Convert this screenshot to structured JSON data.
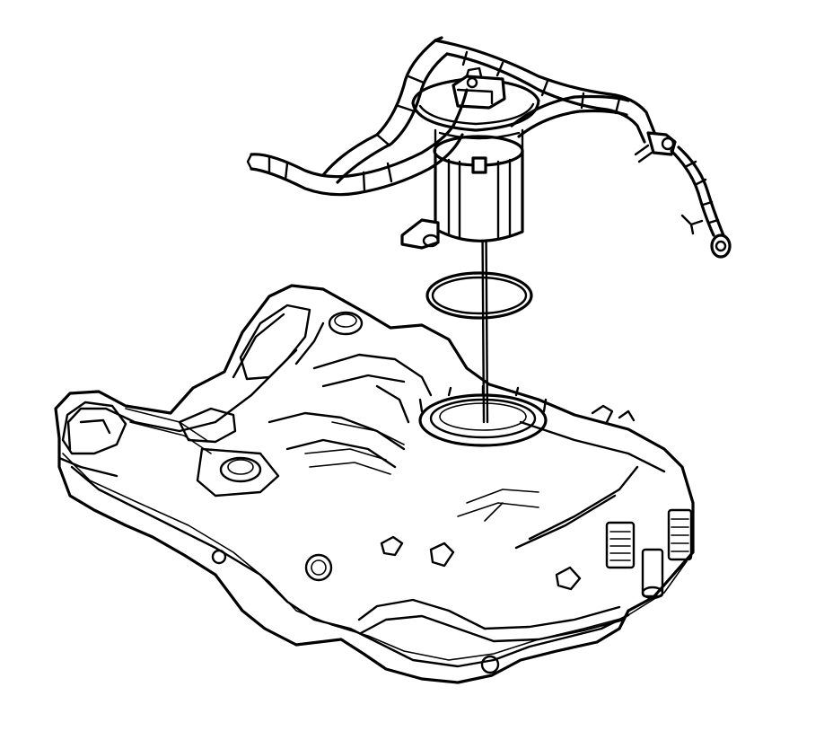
{
  "diagram": {
    "colors": {
      "ink": "#000000",
      "paper": "#ffffff"
    },
    "parts": [
      "fuel-tank",
      "fuel-pump-module",
      "fuel-pump-seal-ring",
      "fuel-feed-hose-harness",
      "fuel-level-sensor-rod"
    ]
  }
}
